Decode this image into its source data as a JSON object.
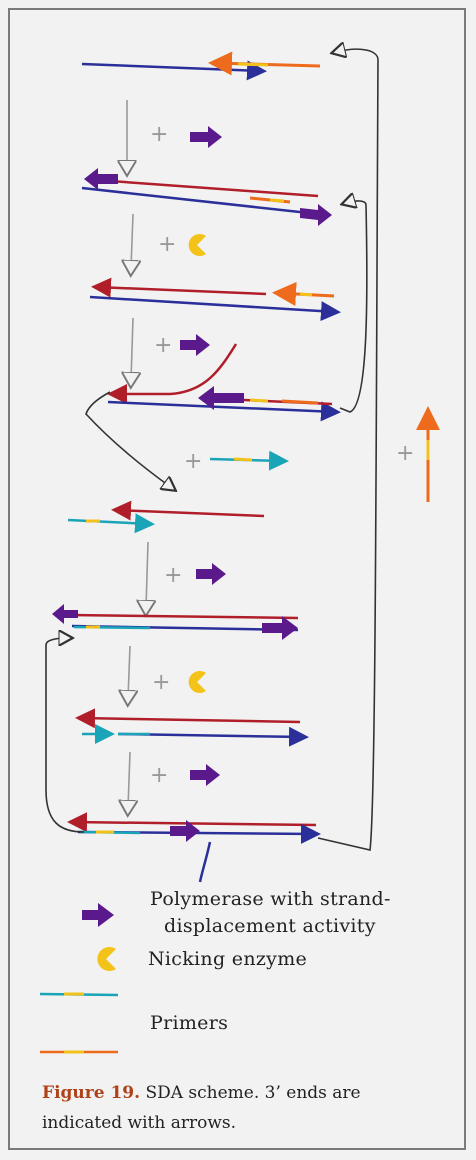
{
  "legend": {
    "polymerase": "Polymerase with strand-displacement activity",
    "polymerase_line1": "Polymerase with strand-",
    "polymerase_line2": "displacement activity",
    "nicking": "Nicking enzyme",
    "primers": "Primers"
  },
  "caption": {
    "label": "Figure 19.",
    "text": "SDA scheme. 3’ ends are indicated with arrows."
  },
  "colors": {
    "strand_blue": "#2a2f9a",
    "strand_red": "#b01e2a",
    "primer_orange": "#ee6a1c",
    "primer_yellow": "#f2c21b",
    "primer_cyan": "#1aa4b8",
    "polymerase_purple": "#5b1a8c",
    "nicking_yellow": "#f3c319",
    "step_gray": "#9a9a9a",
    "loop_black": "#333333"
  },
  "icons": [
    "polymerase-icon",
    "nicking-enzyme-icon",
    "primer-icon",
    "step-arrow-icon",
    "plus-icon"
  ]
}
